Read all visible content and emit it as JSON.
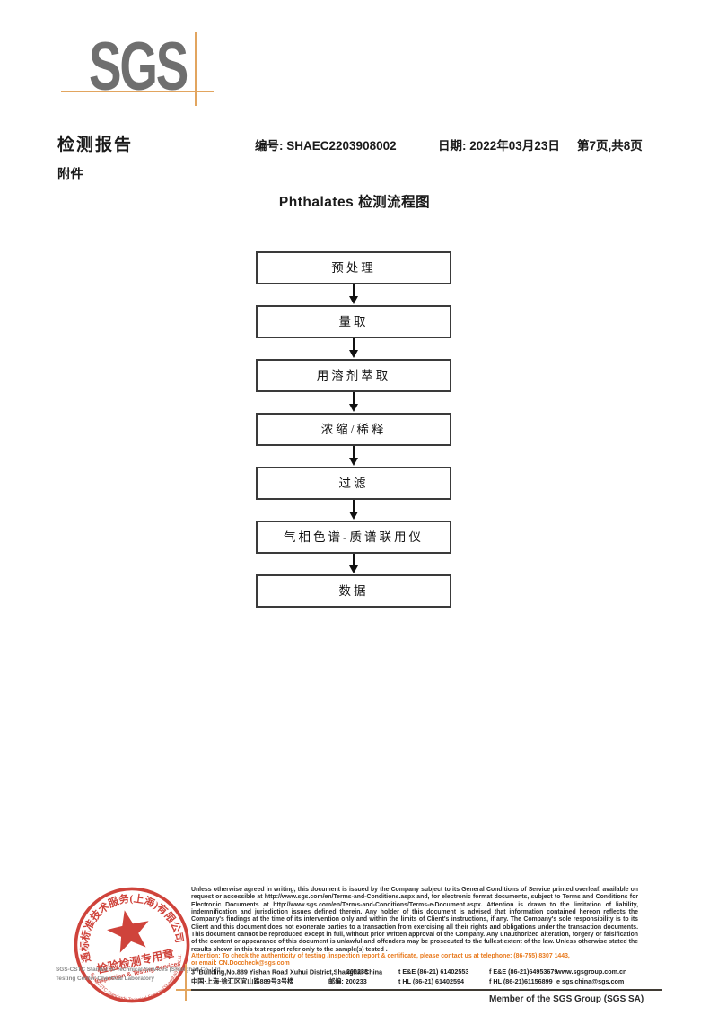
{
  "logo": {
    "text": "SGS"
  },
  "header": {
    "report_title": "检测报告",
    "no_label": "编号:",
    "no_value": "SHAEC2203908002",
    "date_label": "日期:",
    "date_value": "2022年03月23日",
    "page_info": "第7页,共8页",
    "attachment": "附件"
  },
  "title": "Phthalates 检测流程图",
  "flowchart": {
    "steps": [
      "预处理",
      "量取",
      "用溶剂萃取",
      "浓缩/稀释",
      "过滤",
      "气相色谱-质谱联用仪",
      "数据"
    ]
  },
  "stamp": {
    "arc_cn": "通标标准技术服务(上海)有限公司",
    "line_cn": "检验检测专用章",
    "line_en": "Inspection & Testing Services",
    "arc_en": "SGS-CSTC Standards Technical Services(Shanghai) Co.,Ltd."
  },
  "footer": {
    "company_line1": "SGS-CSTC Standards Technical Services (Shanghai) Co.,Ltd.",
    "company_line2": "Testing Center-Chemical Laboratory",
    "legal_text": "Unless otherwise agreed in writing, this document is issued by the Company subject to its General Conditions of Service printed overleaf, available on request or accessible at http://www.sgs.com/en/Terms-and-Conditions.aspx and, for electronic format documents, subject to Terms and Conditions for Electronic Documents at http://www.sgs.com/en/Terms-and-Conditions/Terms-e-Document.aspx. Attention is drawn to the limitation of liability, indemnification and jurisdiction issues defined therein. Any holder of this document is advised that information contained hereon reflects the Company's findings at the time of its intervention only and within the limits of Client's instructions, if any. The Company's sole responsibility is to its Client and this document does not exonerate parties to a transaction from exercising all their rights and obligations under the transaction documents. This document cannot be reproduced except in full, without prior written approval of the Company. Any unauthorized alteration, forgery or falsification of the content or appearance of this document is unlawful and offenders may be prosecuted to the fullest extent of the law. Unless otherwise stated the results shown in this test report refer only to the sample(s) tested .",
    "attention_line1": "Attention: To check the authenticity of testing /inspection report & certificate, please contact us at telephone: (86-755) 8307 1443,",
    "attention_line2": "or email: CN.Doccheck@sgs.com",
    "address": {
      "en_no": "3",
      "en_sup": "rd",
      "en_rest": "Building,No.889 Yishan Road Xuhui District,Shanghai China",
      "en_post": "200233",
      "cn_addr": "中国·上海·徐汇区宜山路889号3号楼",
      "cn_post": "邮编: 200233",
      "tel1": "t E&E (86-21) 61402553",
      "fax1": "f E&E (86-21)64953679",
      "tel2": "t HL (86-21) 61402594",
      "fax2": "f HL (86-21)61156899",
      "web": "www.sgsgroup.com.cn",
      "email": "e  sgs.china@sgs.com"
    },
    "member_line": "Member of the SGS Group (SGS SA)"
  },
  "colors": {
    "logo_gray": "#6f6f6f",
    "brand_orange": "#e2a55f",
    "stamp_red": "#cc342b",
    "attention_orange": "#e87a1e"
  }
}
